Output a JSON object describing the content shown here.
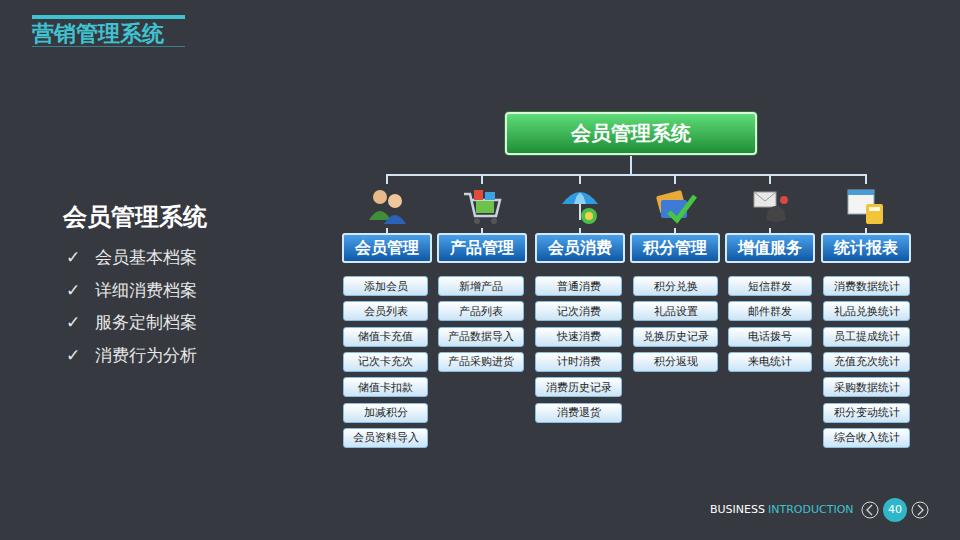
{
  "diagram": {
    "title": "营销管理系统",
    "nodes": [
      {
        "text": [
          "会员管理系统"
        ]
      },
      {
        "text": [
          "会员管理"
        ]
      },
      {
        "text": [
          "产品管理"
        ]
      },
      {
        "text": [
          "会员消费"
        ]
      },
      {
        "text": [
          "积分管理"
        ]
      },
      {
        "text": [
          "增值服务"
        ]
      },
      {
        "text": [
          "统计报表"
        ]
      },
      {
        "text": [
          "添加会员"
        ]
      },
      {
        "text": [
          "会员列表"
        ]
      },
      {
        "text": [
          "储值卡充值"
        ]
      },
      {
        "text": [
          "记次卡充次"
        ]
      },
      {
        "text": [
          "储值卡扣款"
        ]
      },
      {
        "text": [
          "加减积分"
        ]
      },
      {
        "text": [
          "会员资料导入"
        ]
      },
      {
        "text": [
          "新增产品"
        ]
      },
      {
        "text": [
          "产品列表"
        ]
      },
      {
        "text": [
          "产品数据导入"
        ]
      },
      {
        "text": [
          "产品采购进货"
        ]
      },
      {
        "text": [
          "普通消费"
        ]
      },
      {
        "text": [
          "记次消费"
        ]
      },
      {
        "text": [
          "快速消费"
        ]
      },
      {
        "text": [
          "计时消费"
        ]
      },
      {
        "text": [
          "消费历史记录"
        ]
      },
      {
        "text": [
          "消费退货"
        ]
      },
      {
        "text": [
          "积分兑换"
        ]
      },
      {
        "text": [
          "礼品设置"
        ]
      },
      {
        "text": [
          "兑换历史记录"
        ]
      },
      {
        "text": [
          "积分返现"
        ]
      },
      {
        "text": [
          "短信群发"
        ]
      },
      {
        "text": [
          "邮件群发"
        ]
      },
      {
        "text": [
          "电话拨号"
        ]
      },
      {
        "text": [
          "来电统计"
        ]
      },
      {
        "text": [
          "消费数据统计"
        ]
      },
      {
        "text": [
          "礼品兑换统计"
        ]
      },
      {
        "text": [
          "员工提成统计"
        ]
      },
      {
        "text": [
          "充值充次统计"
        ]
      },
      {
        "text": [
          "采购数据统计"
        ]
      },
      {
        "text": [
          "积分变动统计"
        ]
      },
      {
        "text": [
          "综合收入统计"
        ]
      }
    ],
    "edges": [
      {
        "from": 0,
        "to": 1,
        "arrow": "none"
      },
      {
        "from": 0,
        "to": 2,
        "arrow": "none"
      },
      {
        "from": 0,
        "to": 3,
        "arrow": "none"
      },
      {
        "from": 0,
        "to": 4,
        "arrow": "none"
      },
      {
        "from": 0,
        "to": 5,
        "arrow": "none"
      },
      {
        "from": 0,
        "to": 6,
        "arrow": "none"
      }
    ],
    "labels": [
      "会员管理系统",
      "✓",
      "会员基本档案",
      "✓",
      "详细消费档案",
      "✓",
      "服务定制档案",
      "✓",
      "消费行为分析",
      "BUSINESS",
      "INTRODUCTION",
      "40"
    ]
  }
}
